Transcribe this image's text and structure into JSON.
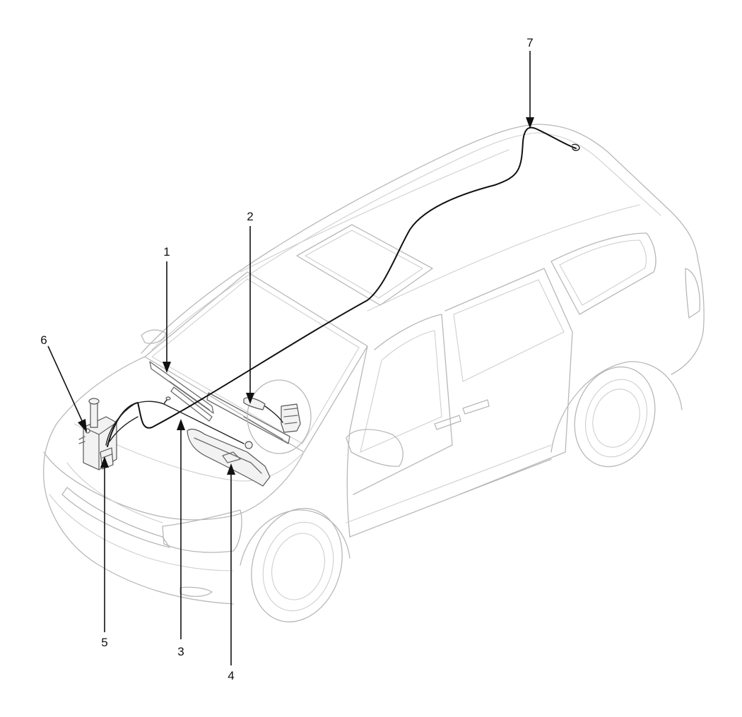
{
  "callouts": [
    {
      "id": "1",
      "label": "1"
    },
    {
      "id": "2",
      "label": "2"
    },
    {
      "id": "3",
      "label": "3"
    },
    {
      "id": "4",
      "label": "4"
    },
    {
      "id": "5",
      "label": "5"
    },
    {
      "id": "6",
      "label": "6"
    },
    {
      "id": "7",
      "label": "7"
    }
  ],
  "colors": {
    "background": "#ffffff",
    "vehicle_outline": "#b8b8b8",
    "components": "#555555",
    "hoses_and_leaders": "#111111"
  }
}
